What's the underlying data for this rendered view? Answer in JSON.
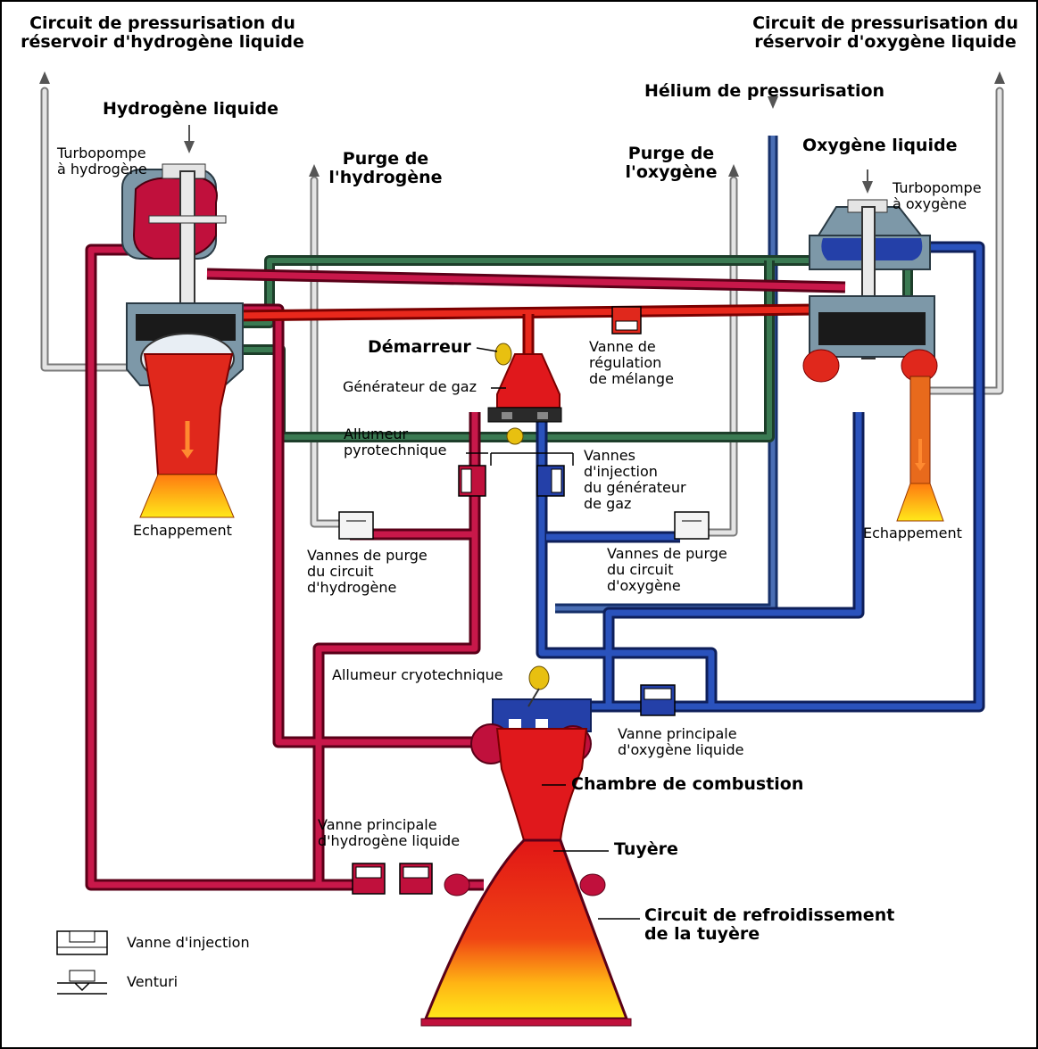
{
  "labels": {
    "h2_press_l1": "Circuit de pressurisation du",
    "h2_press_l2": "réservoir d'hydrogène liquide",
    "o2_press_l1": "Circuit de pressurisation du",
    "o2_press_l2": "réservoir d'oxygène liquide",
    "helium": "Hélium de pressurisation",
    "lh2": "Hydrogène liquide",
    "lox": "Oxygène liquide",
    "h2_pump_l1": "Turbopompe",
    "h2_pump_l2": "à hydrogène",
    "o2_pump_l1": "Turbopompe",
    "o2_pump_l2": "à oxygène",
    "h2_purge_l1": "Purge de",
    "h2_purge_l2": "l'hydrogène",
    "o2_purge_l1": "Purge de",
    "o2_purge_l2": "l'oxygène",
    "starter": "Démarreur",
    "gas_gen": "Générateur de gaz",
    "mix_valve_l1": "Vanne de",
    "mix_valve_l2": "régulation",
    "mix_valve_l3": "de mélange",
    "pyro_l1": "Allumeur",
    "pyro_l2": "pyrotechnique",
    "inj_valves_l1": "Vannes",
    "inj_valves_l2": "d'injection",
    "inj_valves_l3": "du générateur",
    "inj_valves_l4": "de gaz",
    "exhaust_left": "Echappement",
    "exhaust_right": "Echappement",
    "h2_purge_valves_l1": "Vannes de purge",
    "h2_purge_valves_l2": "du circuit",
    "h2_purge_valves_l3": "d'hydrogène",
    "o2_purge_valves_l1": "Vannes de purge",
    "o2_purge_valves_l2": "du circuit",
    "o2_purge_valves_l3": "d'oxygène",
    "cryo_igniter": "Allumeur cryotechnique",
    "lox_main_l1": "Vanne principale",
    "lox_main_l2": "d'oxygène liquide",
    "chamber": "Chambre de combustion",
    "lh2_main_l1": "Vanne principale",
    "lh2_main_l2": "d'hydrogène liquide",
    "nozzle": "Tuyère",
    "cooling_l1": "Circuit de refroidissement",
    "cooling_l2": "de la tuyère"
  },
  "legend": [
    {
      "label": "Vanne d'injection",
      "icon": "injection-valve-icon"
    },
    {
      "label": "Venturi",
      "icon": "venturi-icon"
    }
  ],
  "colors": {
    "hydrogen_line": "#b8103a",
    "oxygen_line": "#1c3f9a",
    "gas_line": "#d41c1c",
    "helium_line": "#2e4e86",
    "turbine_line": "#2a5a3a",
    "purge_line": "#a8a8a8",
    "flame_yellow": "#ffe21a"
  }
}
